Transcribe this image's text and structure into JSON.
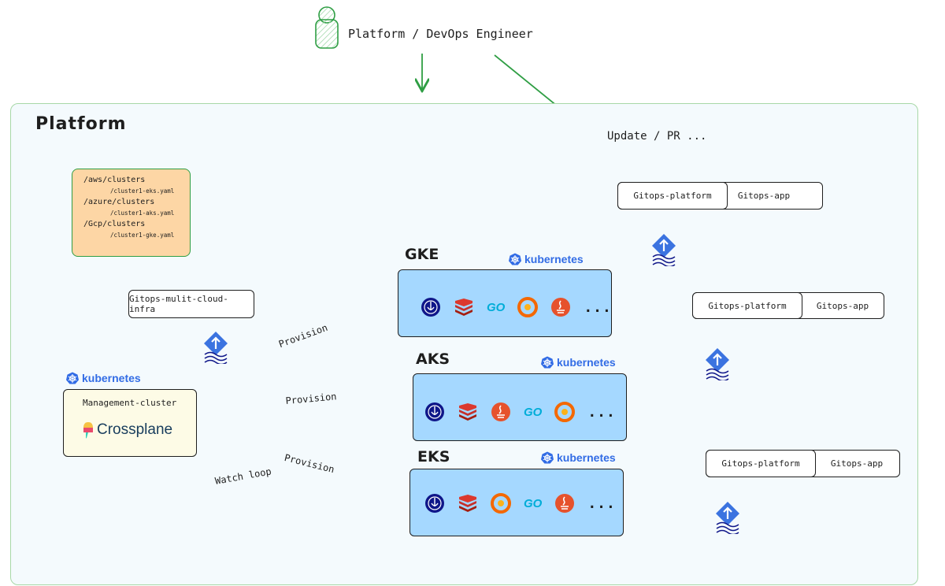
{
  "engineer": {
    "label": "Platform / DevOps Engineer"
  },
  "platform": {
    "title": "Platform"
  },
  "annotations": {
    "update_pr": "Update / PR ...",
    "provision": "Provision",
    "watch_loop": "Watch loop"
  },
  "repo_tree": {
    "lines": [
      "/aws/clusters",
      "/cluster1-eks.yaml",
      "/azure/clusters",
      "/cluster1-aks.yaml",
      "/Gcp/clusters",
      "/cluster1-gke.yaml"
    ]
  },
  "infra_repo": {
    "label": "Gitops-mulit-cloud-infra"
  },
  "management": {
    "k8s_label": "kubernetes",
    "title": "Management-cluster",
    "crossplane": "Crossplane"
  },
  "clusters": [
    {
      "name": "GKE",
      "k8s_label": "kubernetes",
      "go": "GO",
      "more": "..."
    },
    {
      "name": "AKS",
      "k8s_label": "kubernetes",
      "go": "GO",
      "more": "..."
    },
    {
      "name": "EKS",
      "k8s_label": "kubernetes",
      "go": "GO",
      "more": "..."
    }
  ],
  "repos": [
    {
      "platform": "Gitops-platform",
      "app": "Gitops-app"
    },
    {
      "platform": "Gitops-platform",
      "app": "Gitops-app"
    },
    {
      "platform": "Gitops-platform",
      "app": "Gitops-app"
    }
  ],
  "colors": {
    "accent_green": "#2f9e44",
    "cluster_fill": "#a5d8ff",
    "tree_fill": "#fdd6a5",
    "kubernetes_blue": "#326ce5",
    "argo_blue": "#3b73e0",
    "helm_navy": "#0f1689"
  }
}
